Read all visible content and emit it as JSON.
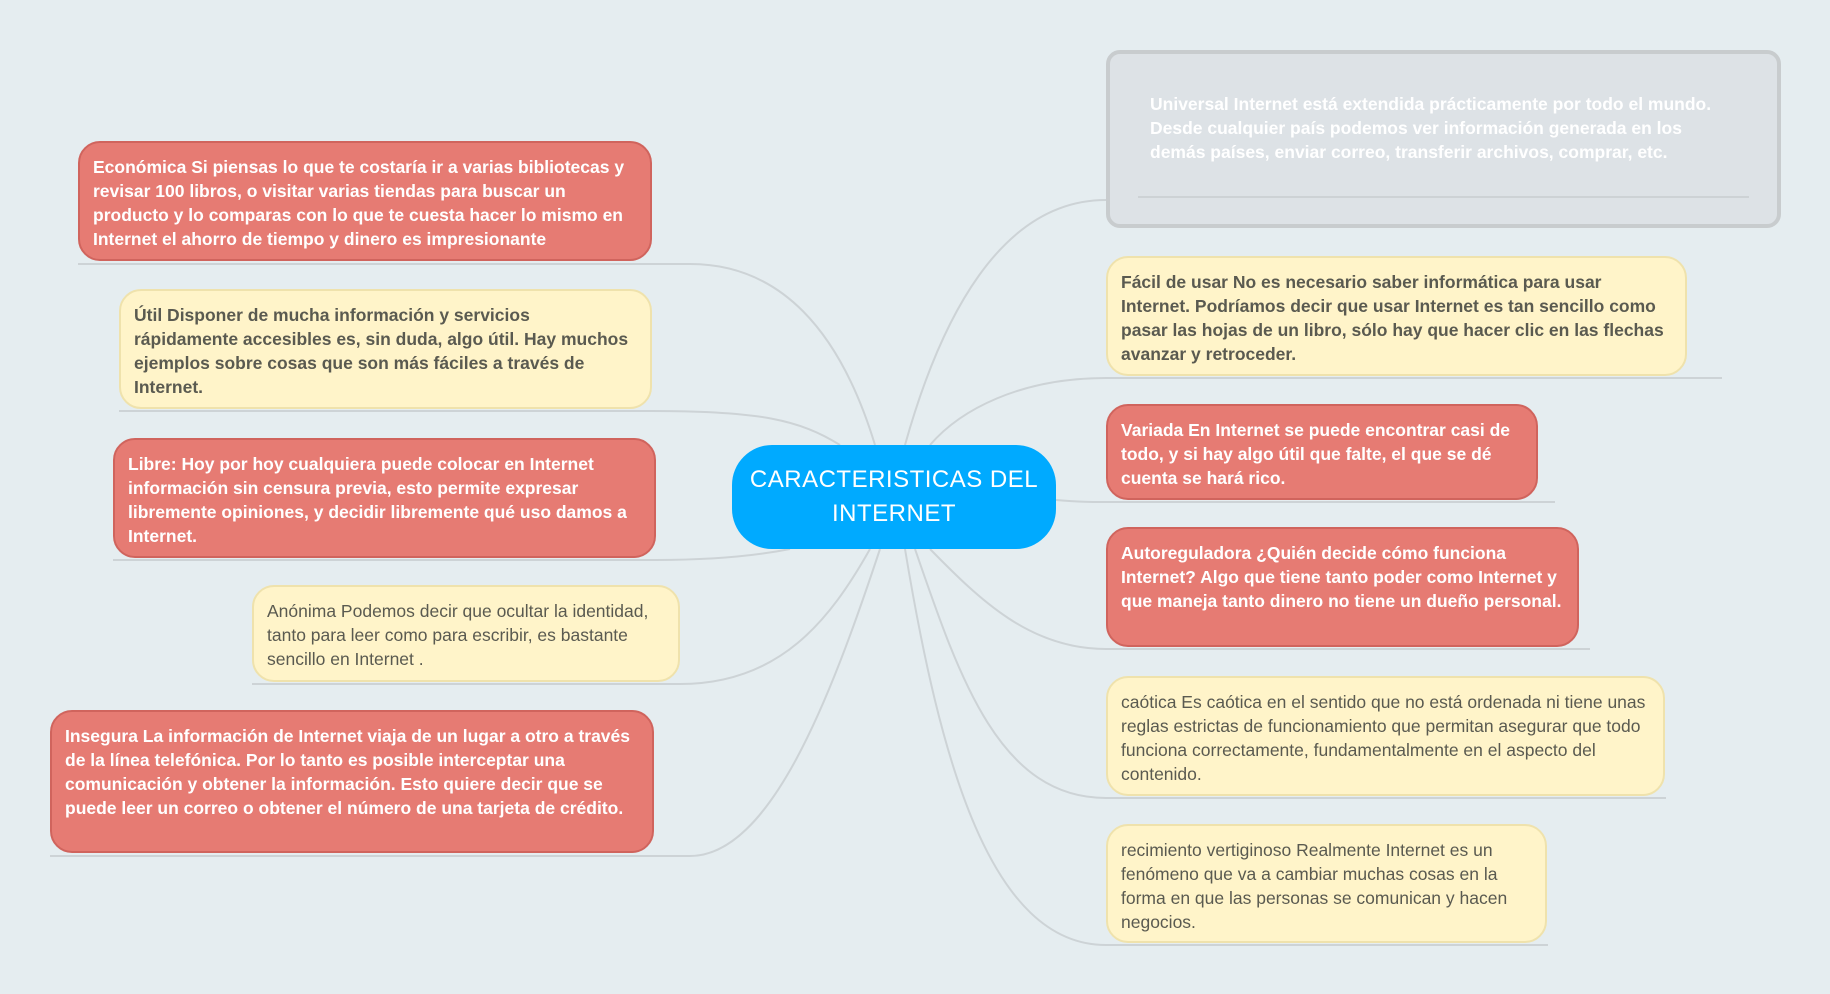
{
  "center": {
    "title": "CARACTERISTICAS DEL INTERNET"
  },
  "colors": {
    "center": "#00aaff",
    "red": "#e67b73",
    "yellow": "#fff4c9",
    "gray": "#dde2e6",
    "background": "#e5edf0"
  },
  "left": [
    {
      "text": "Económica Si piensas lo que te costaría ir a varias bibliotecas y revisar 100 libros, o visitar varias tiendas para buscar un producto y lo comparas con lo que te cuesta hacer lo mismo en Internet el ahorro de tiempo y dinero es impresionante",
      "style": "red"
    },
    {
      "text": "Útil Disponer de mucha información y servicios rápidamente accesibles es, sin duda, algo útil. Hay muchos ejemplos sobre cosas que son más fáciles a través de Internet.",
      "style": "yellow-bold"
    },
    {
      "text": "Libre: Hoy por hoy cualquiera puede colocar en Internet información sin censura previa, esto permite expresar libremente opiniones, y decidir libremente qué uso damos a Internet.",
      "style": "red"
    },
    {
      "text": "Anónima Podemos decir que ocultar la identidad, tanto para leer como para escribir, es bastante sencillo en Internet .",
      "style": "yellow"
    },
    {
      "text": "Insegura La información de Internet viaja de un lugar a otro a través de la línea telefónica. Por lo tanto es posible interceptar una comunicación y obtener la información. Esto quiere decir que se puede leer un correo o obtener el número de una tarjeta de crédito.",
      "style": "red"
    }
  ],
  "right": [
    {
      "text": "Universal Internet está extendida prácticamente por todo el mundo. Desde cualquier país podemos ver información generada en los demás países, enviar correo, transferir archivos, comprar, etc.",
      "style": "gray"
    },
    {
      "text": "Fácil de usar No es necesario saber informática para usar Internet. Podríamos decir que usar Internet es tan sencillo como pasar las hojas de un libro, sólo hay que hacer clic en las flechas avanzar y retroceder.",
      "style": "yellow-bold"
    },
    {
      "text": "Variada En Internet se puede encontrar casi de todo, y si hay algo útil que falte, el que se dé cuenta se hará rico.",
      "style": "red"
    },
    {
      "text": "Autoreguladora ¿Quién decide cómo funciona Internet? Algo que tiene tanto poder como Internet y que maneja tanto dinero no tiene un dueño personal.",
      "style": "red"
    },
    {
      "text": "caótica Es caótica en el sentido que no está ordenada ni tiene unas reglas estrictas de funcionamiento que permitan asegurar que todo funciona correctamente, fundamentalmente en el aspecto del contenido.",
      "style": "yellow"
    },
    {
      "text": "recimiento vertiginoso Realmente Internet es un fenómeno que va a cambiar muchas cosas en la forma en que las personas se comunican y hacen negocios.",
      "style": "yellow"
    }
  ]
}
